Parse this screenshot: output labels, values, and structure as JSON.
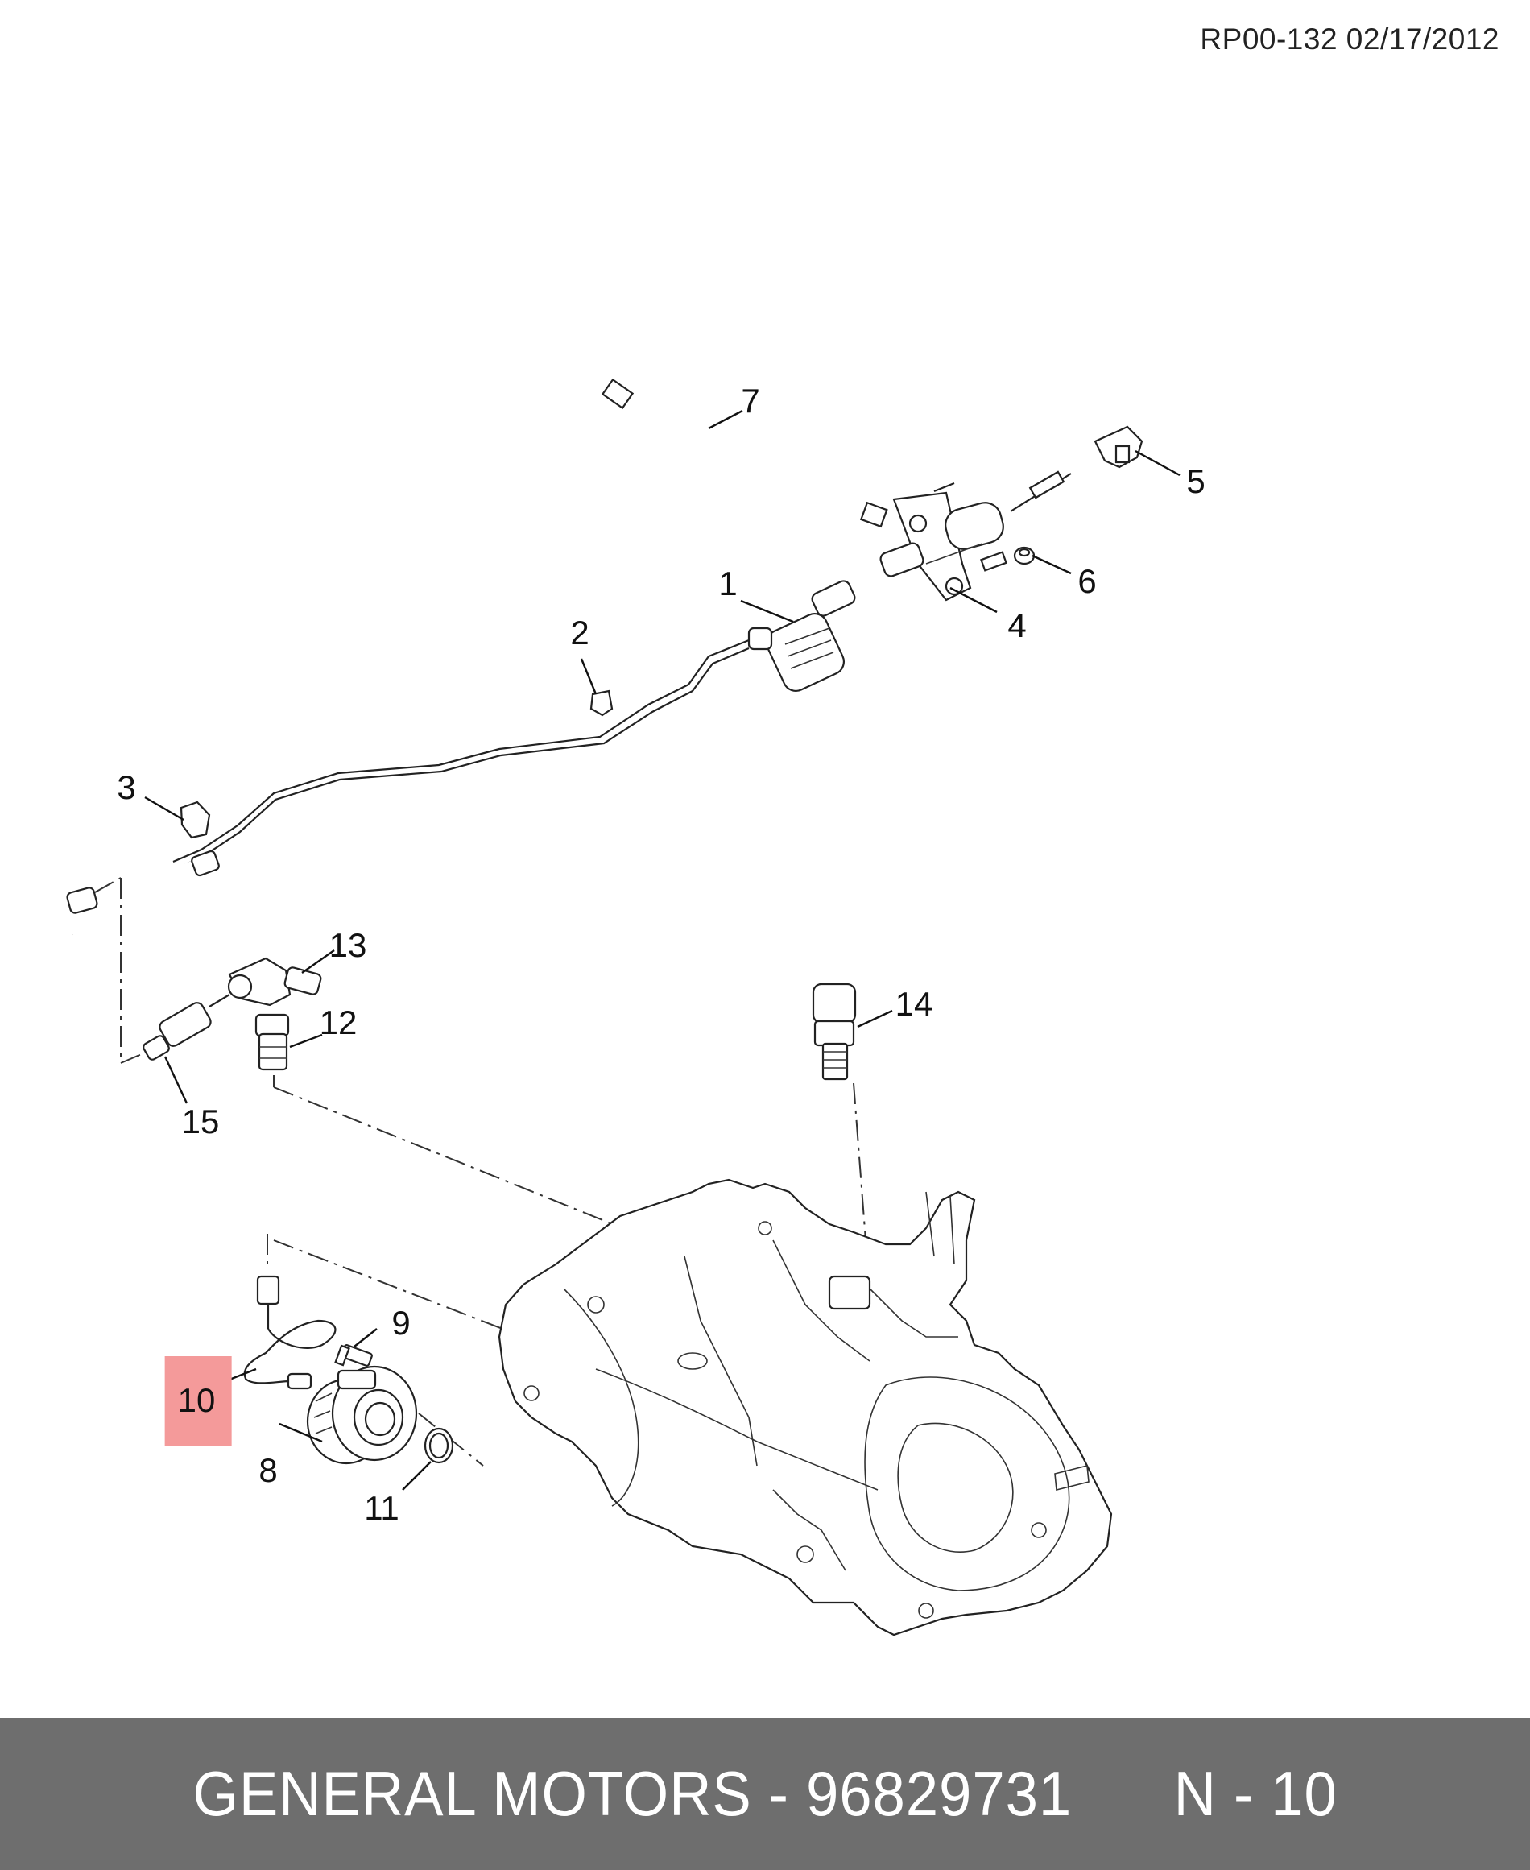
{
  "document": {
    "code_date": "RP00-132 02/17/2012"
  },
  "callouts": {
    "c1": "1",
    "c2": "2",
    "c3": "3",
    "c4": "4",
    "c5": "5",
    "c6": "6",
    "c7": "7",
    "c8": "8",
    "c9": "9",
    "c10": "10",
    "c11": "11",
    "c12": "12",
    "c13": "13",
    "c14": "14",
    "c15": "15"
  },
  "highlight": {
    "part": "10",
    "color": "#f49a9a"
  },
  "footer": {
    "text": "GENERAL MOTORS - 96829731      N - 10",
    "background": "#6e6e6e"
  }
}
